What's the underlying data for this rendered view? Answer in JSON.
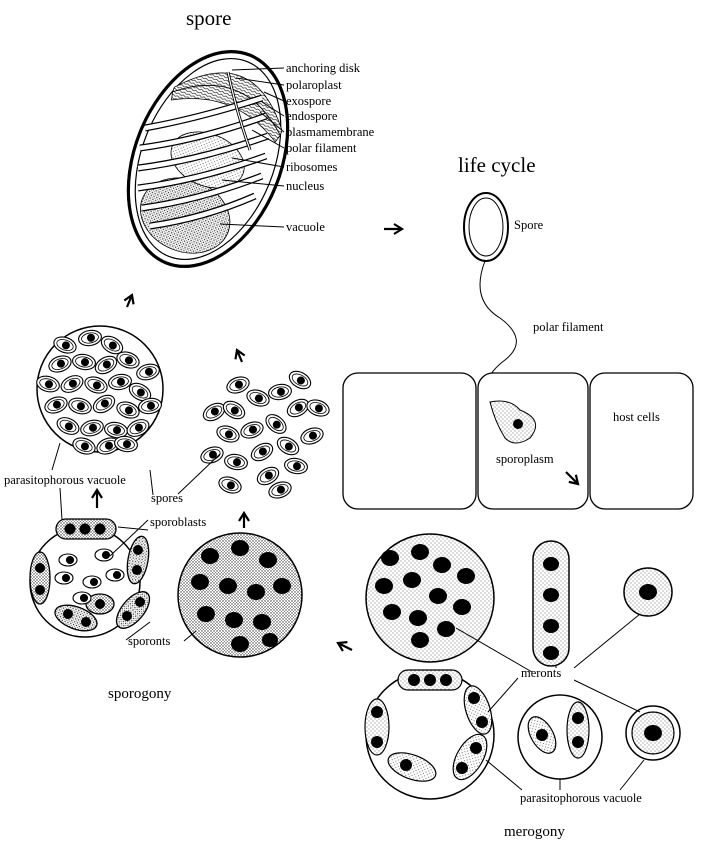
{
  "titles": {
    "spore": "spore",
    "life_cycle": "life cycle",
    "sporogony": "sporogony",
    "merogony": "merogony"
  },
  "spore_parts": {
    "anchoring_disk": "anchoring disk",
    "polaroplast": "polaroplast",
    "exospore": "exospore",
    "endospore": "endospore",
    "plasmamembrane": "plasmamembrane",
    "polar_filament": "polar filament",
    "ribosomes": "ribosomes",
    "nucleus": "nucleus",
    "vacuole": "vacuole"
  },
  "life_cycle_labels": {
    "spore": "Spore",
    "polar_filament": "polar filament",
    "host_cells": "host cells",
    "sporoplasm": "sporoplasm"
  },
  "merogony_labels": {
    "meronts": "meronts",
    "parasitophorous_vacuole": "parasitophorous vacuole"
  },
  "sporogony_labels": {
    "parasitophorous_vacuole": "parasitophorous vacuole",
    "spores": "spores",
    "sporoblasts": "sporoblasts",
    "sporonts": "sporonts"
  },
  "icons": {
    "arrow": "arrow-icon",
    "nucleus": "dark-nucleus-dot"
  },
  "colors": {
    "ink": "#000000",
    "background": "#ffffff",
    "stipple": "#9a9a9a"
  }
}
